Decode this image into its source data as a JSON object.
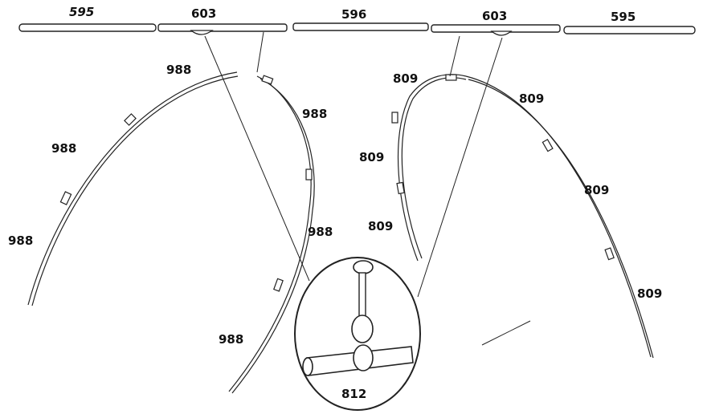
{
  "labels": {
    "rod_left": "595",
    "connector_left": "603",
    "rod_middle": "596",
    "connector_right": "603",
    "rod_right": "595",
    "left_pole_top": "988",
    "left_pole_upper_right": "988",
    "left_pole_mid_left": "988",
    "left_pole_low_left": "988",
    "left_pole_mid_right": "988",
    "left_pole_low_right": "988",
    "right_pole_top": "809",
    "right_pole_upper_right": "809",
    "right_pole_mid_left": "809",
    "right_pole_low_left": "809",
    "right_pole_mid_right": "809",
    "right_pole_low_right": "809",
    "detail_part": "812"
  },
  "colors": {
    "line": "#222222",
    "background": "#ffffff"
  }
}
